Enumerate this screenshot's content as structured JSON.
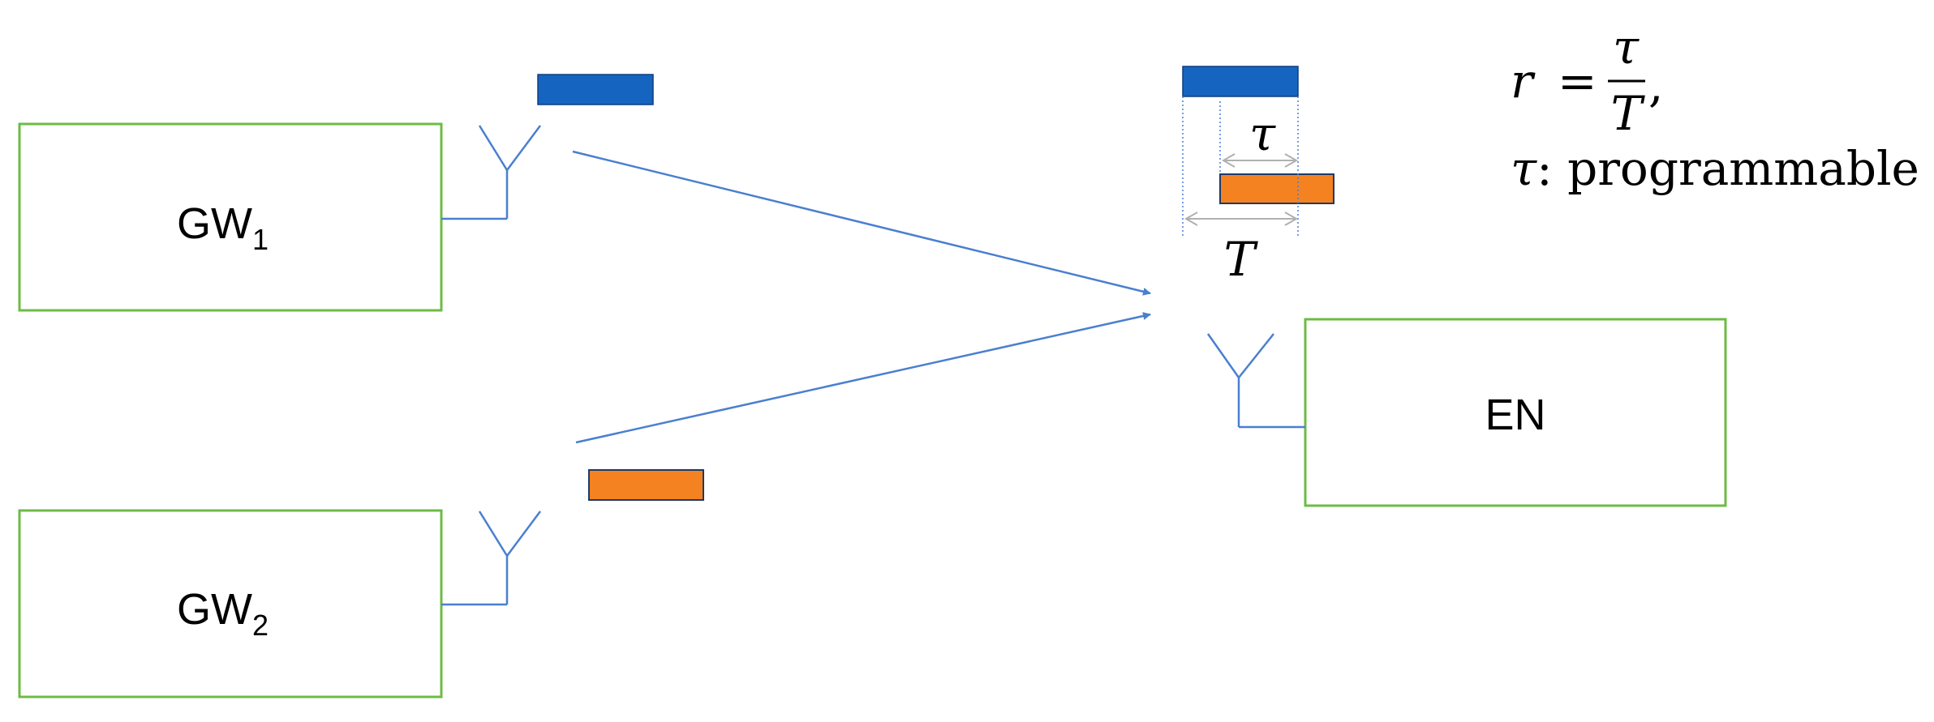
{
  "nodes": {
    "gw1": {
      "label": "GW",
      "subscript": "1"
    },
    "gw2": {
      "label": "GW",
      "subscript": "2"
    },
    "en": {
      "label": "EN"
    }
  },
  "symbols": {
    "tau": "τ",
    "period": "T"
  },
  "formula": {
    "lhs": "r",
    "equals": "=",
    "numerator": "τ",
    "denominator": "T",
    "trailing_comma": ",",
    "note_symbol": "τ",
    "note_text": ": programmable"
  },
  "colors": {
    "box_border": "#6dbb45",
    "link_line": "#4a7fd0",
    "packet_blue": "#1565c0",
    "packet_orange": "#f58220",
    "dim_line": "#b0b0b0"
  },
  "icons": [
    "antenna-icon",
    "arrow-head-icon"
  ]
}
